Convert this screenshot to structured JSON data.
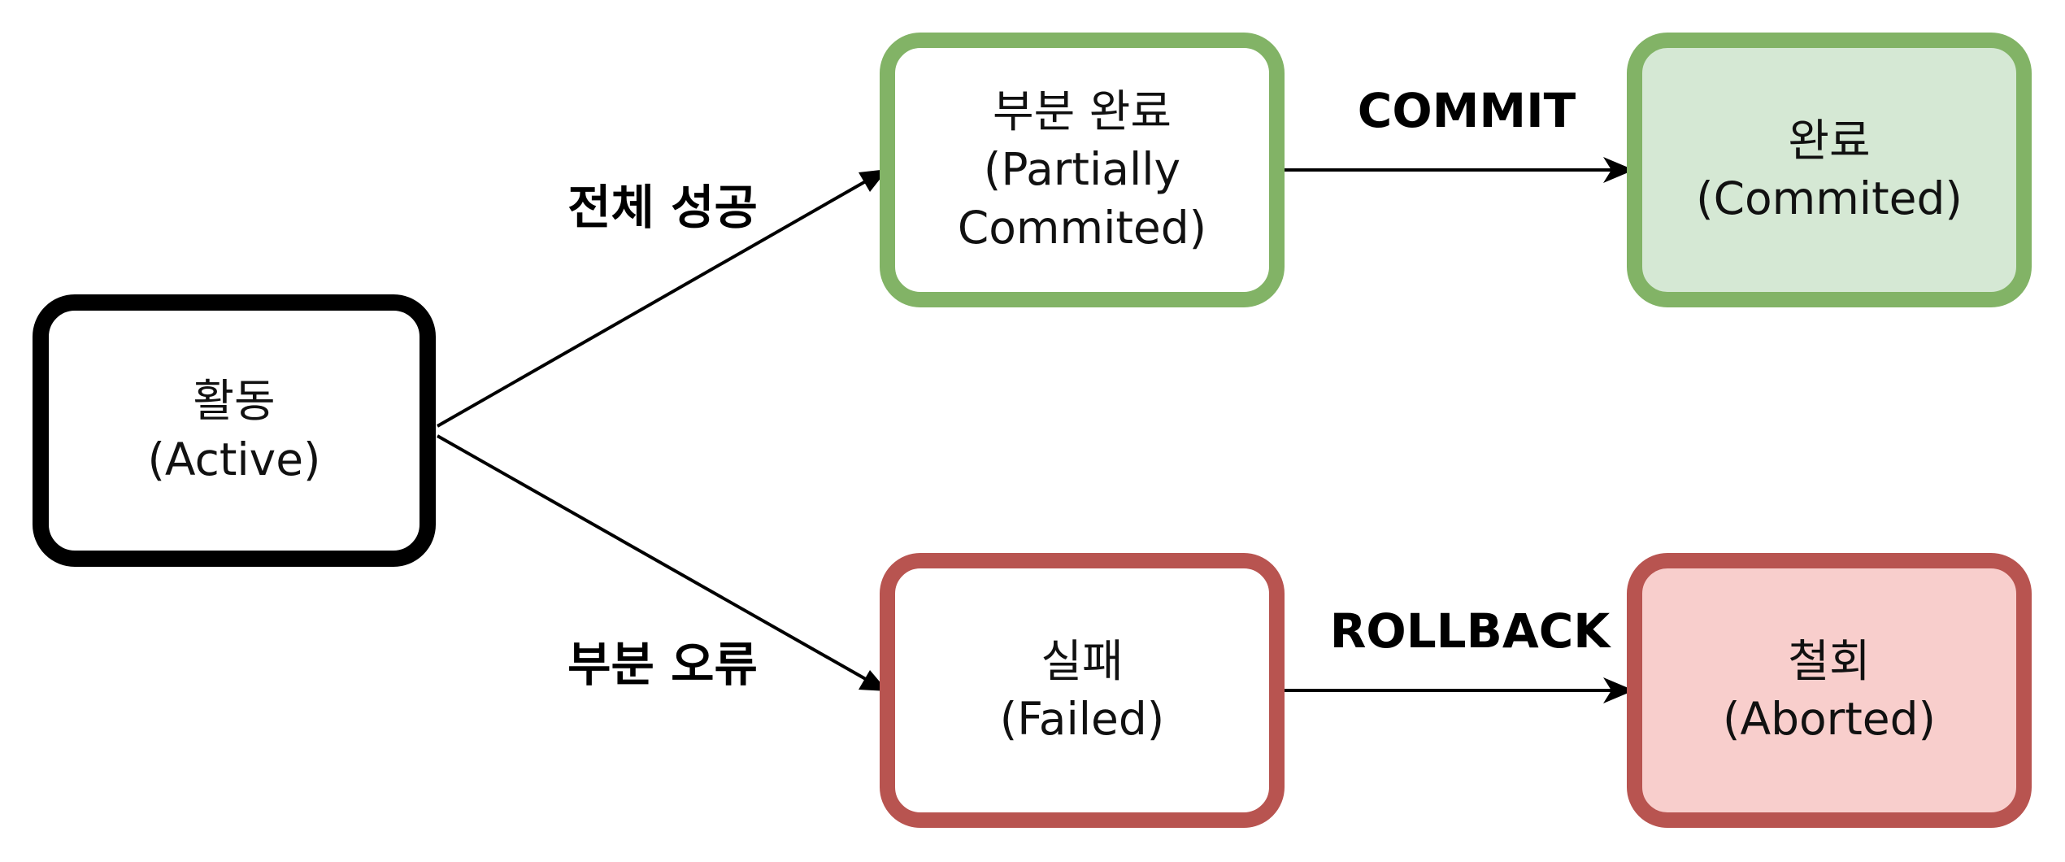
{
  "nodes": {
    "active": {
      "line1": "활동",
      "line2": "(Active)"
    },
    "partial": {
      "line1": "부분 완료",
      "line2": "(Partially",
      "line3": "Commited)"
    },
    "committed": {
      "line1": "완료",
      "line2": "(Commited)"
    },
    "failed": {
      "line1": "실패",
      "line2": "(Failed)"
    },
    "aborted": {
      "line1": "철회",
      "line2": "(Aborted)"
    }
  },
  "edges": {
    "success": "전체 성공",
    "error": "부분 오류",
    "commit": "COMMIT",
    "rollback": "ROLLBACK"
  },
  "colors": {
    "active_border": "#000000",
    "success_border": "#82b366",
    "success_fill": "#d5e8d4",
    "fail_border": "#b85450",
    "fail_fill": "#f8cecc",
    "arrow": "#000000"
  }
}
